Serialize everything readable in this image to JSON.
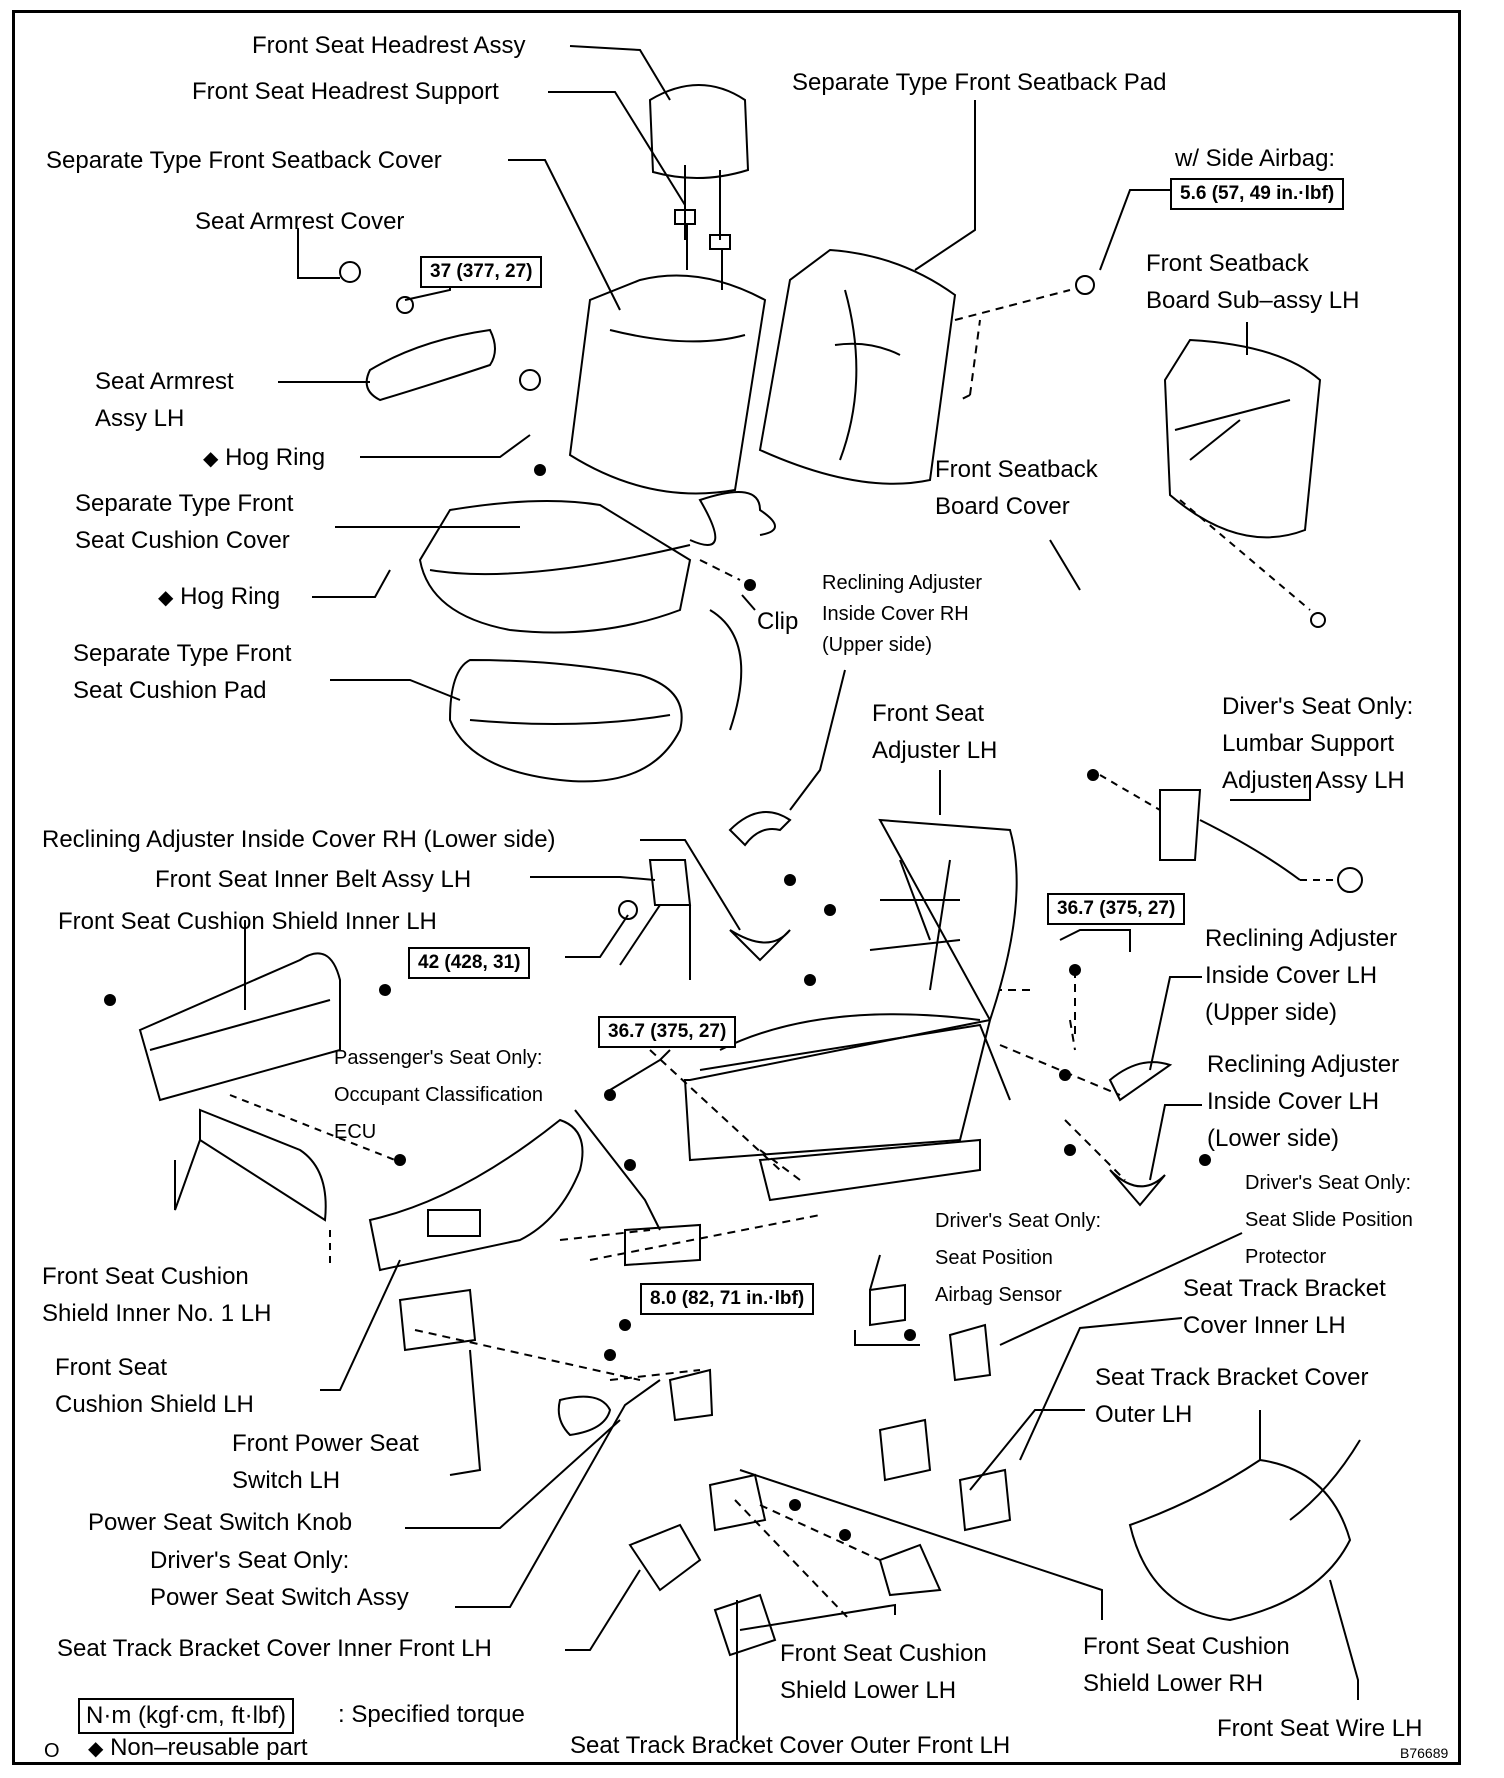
{
  "labels": {
    "headrest_assy": "Front Seat Headrest Assy",
    "headrest_support": "Front Seat Headrest Support",
    "seatback_pad": "Separate Type Front Seatback Pad",
    "seatback_cover": "Separate Type Front Seatback Cover",
    "side_airbag": "w/ Side Airbag:",
    "armrest_cover": "Seat Armrest Cover",
    "seatback_board_1": "Front Seatback",
    "seatback_board_2": "Board Sub–assy LH",
    "armrest_assy_1": "Seat Armrest",
    "armrest_assy_2": "Assy LH",
    "hog_ring_1": "Hog Ring",
    "board_cover_1": "Front Seatback",
    "board_cover_2": "Board Cover",
    "cushion_cover_1": "Separate Type Front",
    "cushion_cover_2": "Seat Cushion Cover",
    "hog_ring_2": "Hog Ring",
    "clip": "Clip",
    "recl_rh_upper_1": "Reclining Adjuster",
    "recl_rh_upper_2": "Inside Cover RH",
    "recl_rh_upper_3": "(Upper side)",
    "cushion_pad_1": "Separate Type Front",
    "cushion_pad_2": "Seat Cushion Pad",
    "seat_adjuster_1": "Front Seat",
    "seat_adjuster_2": "Adjuster LH",
    "lumbar_1": "Diver's Seat Only:",
    "lumbar_2": "Lumbar Support",
    "lumbar_3": "Adjuster Assy LH",
    "recl_rh_lower": "Reclining Adjuster Inside Cover RH (Lower side)",
    "inner_belt": "Front Seat Inner Belt Assy LH",
    "shield_inner": "Front Seat Cushion Shield Inner LH",
    "recl_lh_upper_1": "Reclining Adjuster",
    "recl_lh_upper_2": "Inside Cover LH",
    "recl_lh_upper_3": "(Upper side)",
    "passenger_1": "Passenger's Seat Only:",
    "passenger_2": "Occupant Classification",
    "passenger_3": "ECU",
    "recl_lh_lower_1": "Reclining Adjuster",
    "recl_lh_lower_2": "Inside Cover LH",
    "recl_lh_lower_3": "(Lower side)",
    "slide_prot_1": "Driver's Seat Only:",
    "slide_prot_2": "Seat Slide Position",
    "slide_prot_3": "Protector",
    "pos_sensor_1": "Driver's Seat Only:",
    "pos_sensor_2": "Seat Position",
    "pos_sensor_3": "Airbag Sensor",
    "shield_inner_no1_1": "Front  Seat  Cushion",
    "shield_inner_no1_2": "Shield Inner No. 1 LH",
    "track_inner_1": "Seat Track Bracket",
    "track_inner_2": "Cover Inner LH",
    "cushion_shield_1": "Front Seat",
    "cushion_shield_2": "Cushion Shield LH",
    "track_outer_1": "Seat Track Bracket Cover",
    "track_outer_2": "Outer LH",
    "power_switch_1": "Front Power Seat",
    "power_switch_2": "Switch LH",
    "switch_knob": "Power Seat Switch Knob",
    "switch_assy_1": "Driver's Seat Only:",
    "switch_assy_2": "Power Seat Switch Assy",
    "track_inner_front": "Seat Track Bracket Cover Inner Front LH",
    "shield_lower_lh_1": "Front Seat Cushion",
    "shield_lower_lh_2": "Shield Lower LH",
    "shield_lower_rh_1": "Front Seat Cushion",
    "shield_lower_rh_2": "Shield Lower RH",
    "seat_wire": "Front Seat Wire LH",
    "track_outer_front": "Seat Track Bracket Cover Outer Front LH"
  },
  "torques": {
    "airbag": "5.6 (57, 49 in.·lbf)",
    "armrest": "37 (377, 27)",
    "adjuster_right": "36.7 (375, 27)",
    "belt": "42 (428, 31)",
    "adjuster_left": "36.7 (375, 27)",
    "sensor": "8.0 (82, 71 in.·lbf)"
  },
  "legend": {
    "unit_box": "N·m (kgf·cm, ft·lbf)",
    "unit_text": ": Specified torque",
    "nonreusable": "Non–reusable part",
    "corner_mark": "O"
  },
  "symbols": {
    "diamond": "◆"
  },
  "figure_code": "B76689"
}
